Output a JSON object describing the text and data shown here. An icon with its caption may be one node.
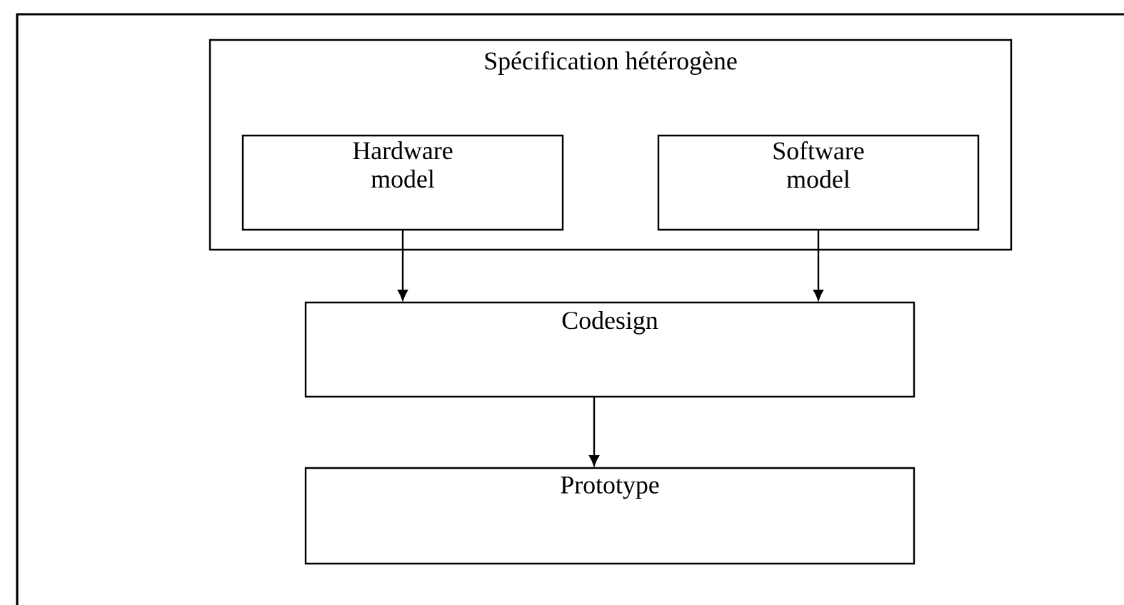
{
  "diagram": {
    "nodes": [
      {
        "text": [
          "Spécification hétérogène"
        ]
      },
      {
        "text": [
          "Hardware model"
        ],
        "in": 0
      },
      {
        "text": [
          "Software model"
        ],
        "in": 0
      },
      {
        "text": [
          "Codesign"
        ]
      },
      {
        "text": [
          "Prototype"
        ]
      }
    ],
    "edges": [
      {
        "from": 1,
        "to": 3,
        "arrow": "to"
      },
      {
        "from": 2,
        "to": 3,
        "arrow": "to"
      },
      {
        "from": 3,
        "to": 4,
        "arrow": "to"
      }
    ]
  }
}
